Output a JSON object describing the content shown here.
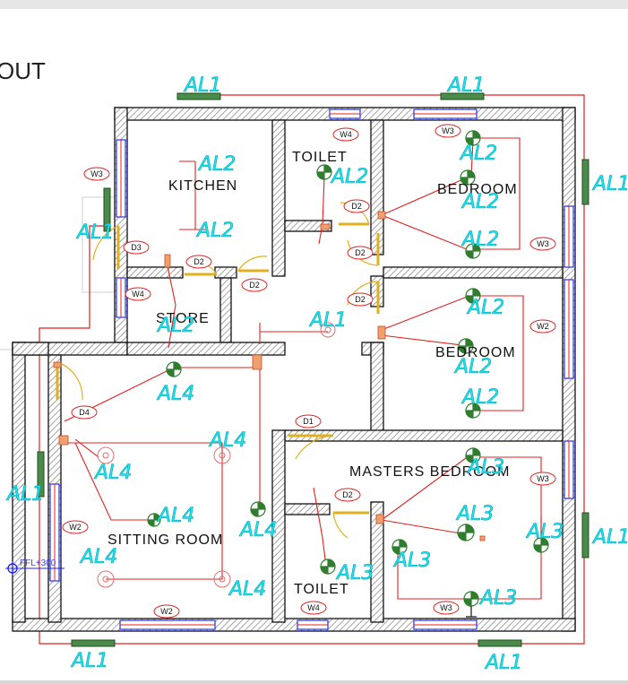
{
  "drawing": {
    "title_fragment": "OUT",
    "rooms": {
      "kitchen": "KITCHEN",
      "toilet_top": "TOILET",
      "bedroom_top": "BEDROOM",
      "store": "STORE",
      "bedroom_mid": "BEDROOM",
      "masters_bedroom": "MASTERS BEDROOM",
      "sitting_room": "SITTING ROOM",
      "toilet_bottom": "TOILET"
    },
    "ffl_label": "FFL+300",
    "tags": {
      "w3_kitchen": "W3",
      "w4_toilet": "W4",
      "w3_bed_top": "W3",
      "d2_toilet": "D2",
      "d2_bed_top": "D2",
      "w3_bed_right": "W3",
      "d3": "D3",
      "d2_kitchen": "D2",
      "d2_store": "D2",
      "w4_store": "W4",
      "d2_bed_mid": "D2",
      "w2_bed_mid": "W2",
      "d4": "D4",
      "d1": "D1",
      "d2_master": "D2",
      "w3_master": "W3",
      "w2_sitting": "W2",
      "w2_bottom": "W2",
      "w4_bottom": "W4",
      "w3_bottom": "W3"
    },
    "lights": {
      "al1_top_left": "AL1",
      "al1_top_right": "AL1",
      "al1_right_top": "AL1",
      "al1_left_kitchen": "AL1",
      "al1_hall": "AL1",
      "al1_left_sitting": "AL1",
      "al1_right_bottom": "AL1",
      "al1_bottom_left": "AL1",
      "al1_bottom_right": "AL1",
      "al2_kitchen_1": "AL2",
      "al2_kitchen_2": "AL2",
      "al2_toilet": "AL2",
      "al2_bed_top_1": "AL2",
      "al2_bed_top_2": "AL2",
      "al2_bed_top_3": "AL2",
      "al2_bed_mid_1": "AL2",
      "al2_bed_mid_2": "AL2",
      "al2_bed_mid_3": "AL2",
      "al2_store": "AL2",
      "al3_master_1": "AL3",
      "al3_master_2": "AL3",
      "al3_master_3": "AL3",
      "al3_master_4": "AL3",
      "al3_toilet": "AL3",
      "al4_1": "AL4",
      "al4_2": "AL4",
      "al4_3": "AL4",
      "al4_4": "AL4",
      "al4_5": "AL4",
      "al4_6": "AL4",
      "al4_7": "AL4"
    }
  },
  "colors": {
    "wall_outline": "#111111",
    "wall_hatch": "#9a9a9a",
    "wiring": "#e02020",
    "door": "#e0b020",
    "window": "#2030ff",
    "light_fixture": "#2f7d2f",
    "label_cyan": "#19e6f0"
  }
}
